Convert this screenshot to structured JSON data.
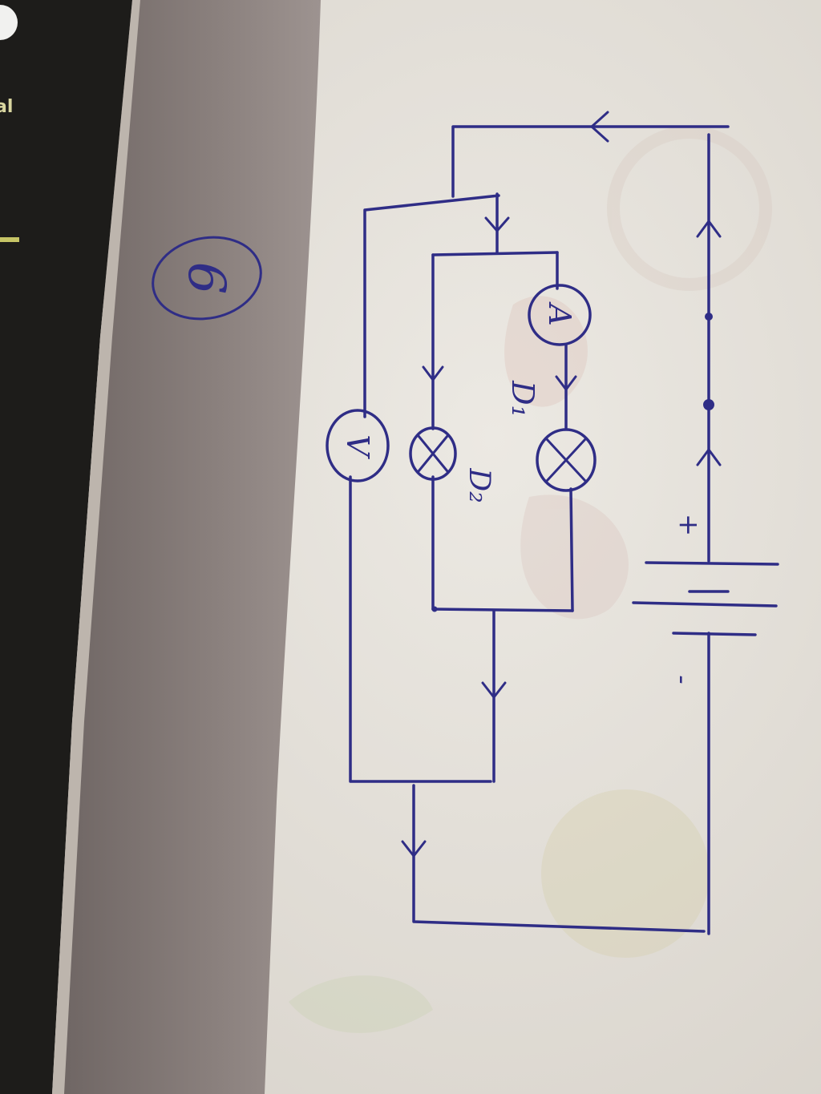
{
  "problem": {
    "number": "6"
  },
  "components": {
    "voltmeter": {
      "symbol": "V"
    },
    "ammeter": {
      "symbol": "A"
    },
    "lamp_1": {
      "label": "D₁"
    },
    "lamp_2": {
      "label": "D₂"
    },
    "battery": {
      "positive": "+",
      "negative": "-"
    }
  },
  "background": {
    "edge_text": "al"
  },
  "colors": {
    "ink": "#2f2d86",
    "paper": "#e6e3dd",
    "shadow": "#857b79",
    "dark_edge": "#1d1c1a"
  }
}
